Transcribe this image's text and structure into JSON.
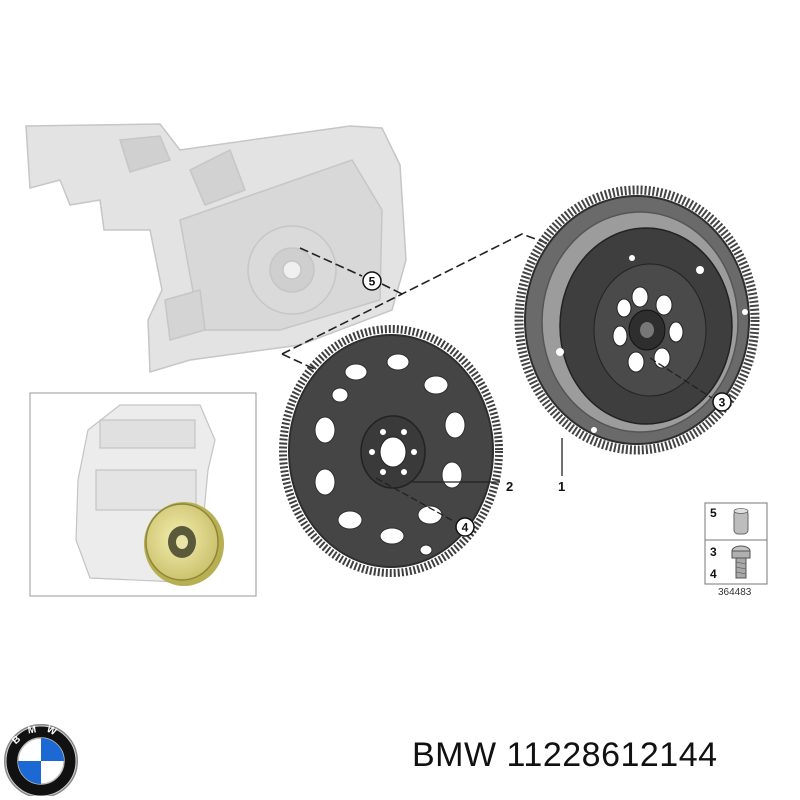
{
  "callouts": {
    "c1": "1",
    "c2": "2",
    "c3": "3",
    "c4": "4",
    "c5": "5"
  },
  "legend": {
    "row1": "5",
    "row2a": "3",
    "row2b": "4",
    "diagram_number": "364483"
  },
  "footer": {
    "brand": "BMW",
    "part_number": "11228612144"
  },
  "logo": {
    "letters": "BMW",
    "colors": {
      "blue": "#1c69d4",
      "white": "#ffffff",
      "black": "#111111"
    },
    "icon": "bmw-roundel-icon"
  }
}
